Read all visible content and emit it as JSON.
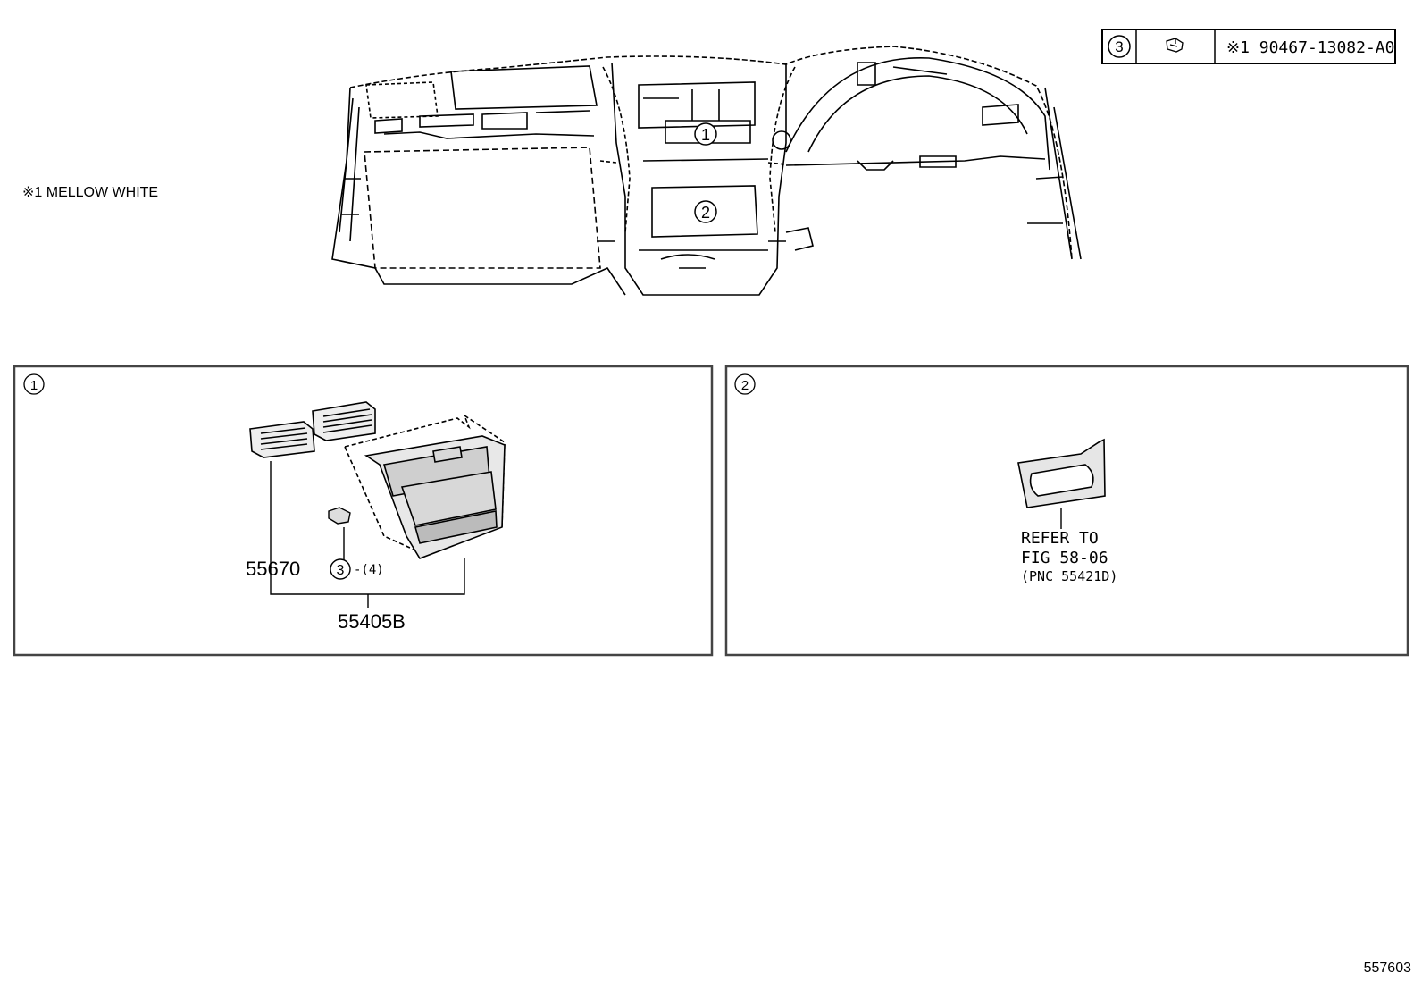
{
  "legend": {
    "callout": "3",
    "code": "※1 90467-13082-A0"
  },
  "color_note": "※1 MELLOW WHITE",
  "overview": {
    "callouts": [
      "1",
      "2"
    ]
  },
  "panel_1": {
    "badge": "1",
    "parts": {
      "vent": "55670",
      "clip_callout": "3",
      "clip_qty": "-(4)",
      "assembly": "55405B"
    }
  },
  "panel_2": {
    "badge": "2",
    "refer_line1": "REFER TO",
    "refer_line2": "FIG 58-06",
    "refer_line3": "(PNC 55421D)"
  },
  "figure_id": "557603",
  "colors": {
    "line": "#000000",
    "background": "#ffffff",
    "panel_border": "#444444"
  }
}
